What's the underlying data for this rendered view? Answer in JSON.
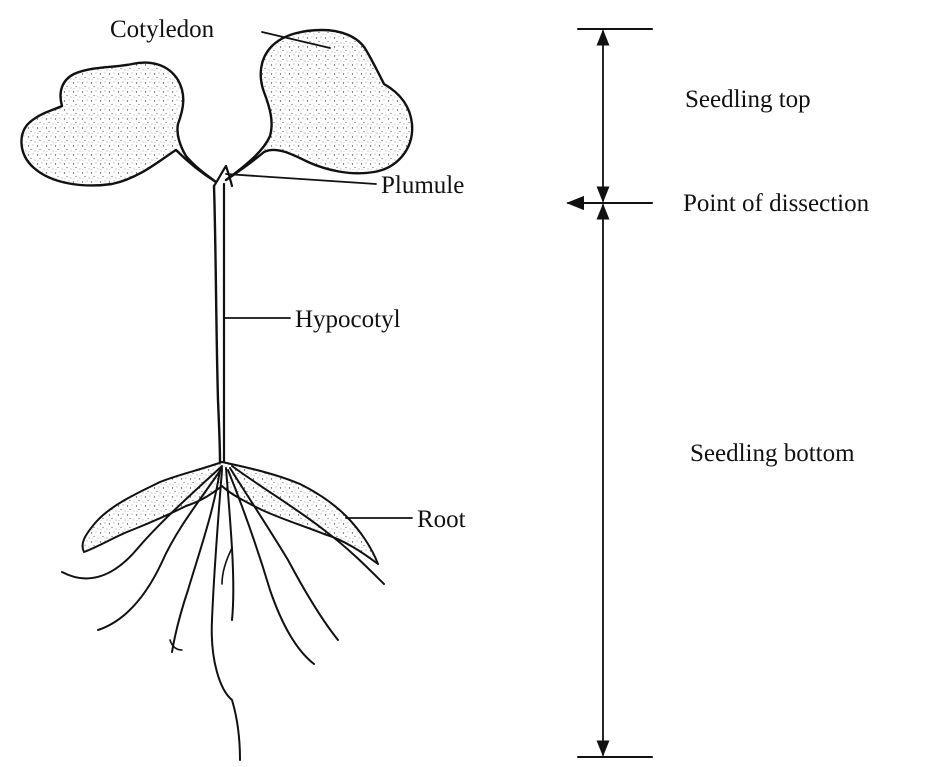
{
  "labels": {
    "cotyledon": "Cotyledon",
    "plumule": "Plumule",
    "hypocotyl": "Hypocotyl",
    "root": "Root",
    "seedling_top": "Seedling top",
    "point_of_dissection": "Point of dissection",
    "seedling_bottom": "Seedling bottom"
  },
  "colors": {
    "ink": "#111111",
    "background": "#ffffff"
  }
}
